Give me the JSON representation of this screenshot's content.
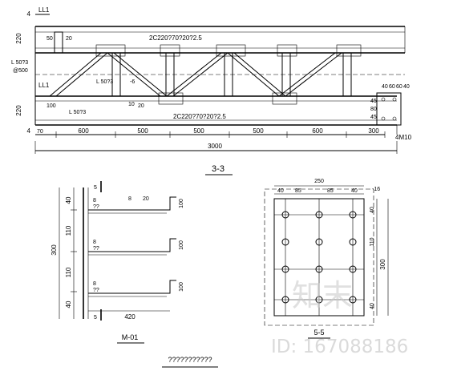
{
  "truss": {
    "label_l1_top": "LL1",
    "label_l1_bottom": "LL1",
    "left_marks": [
      "L 50?3",
      "@500"
    ],
    "dim_220_top": "220",
    "dim_220_bottom": "220",
    "dim_4_top": "4",
    "dim_4_bottom": "4",
    "dim_70": "70",
    "bar_top": "2C220?70?20?2.5",
    "bar_bottom": "2C220?70?20?2.5",
    "small_labels": [
      "50",
      "20",
      "L 50?3",
      "-6",
      "100",
      "L 50?3",
      "10",
      "20"
    ],
    "right_dims": [
      "40",
      "60",
      "60",
      "40"
    ],
    "right_dims_vert": [
      "45",
      "80",
      "45"
    ],
    "anchor": "4M10",
    "spans": [
      "600",
      "500",
      "500",
      "500",
      "600",
      "300"
    ],
    "total": "3000",
    "section_title": "3-3"
  },
  "m01": {
    "dims_left": [
      "40",
      "110",
      "110",
      "40"
    ],
    "total_height": "300",
    "width": "420",
    "rebar_label": "8",
    "rebar_tail": "20",
    "weld_labels": [
      "??",
      "??",
      "??"
    ],
    "plate_heights": [
      "100",
      "100",
      "100"
    ],
    "section_mark_top": "5",
    "section_mark_bottom": "5",
    "title": "M-01"
  },
  "plate": {
    "dims_top": [
      "40",
      "85",
      "85",
      "40"
    ],
    "total_width": "250",
    "dims_right": [
      "40",
      "110",
      "40"
    ],
    "total_height": "300",
    "thickness": "-16",
    "title": "5-5"
  },
  "footer": {
    "title": "???????????"
  },
  "watermark": {
    "brand": "知末",
    "id": "ID: 167088186"
  }
}
